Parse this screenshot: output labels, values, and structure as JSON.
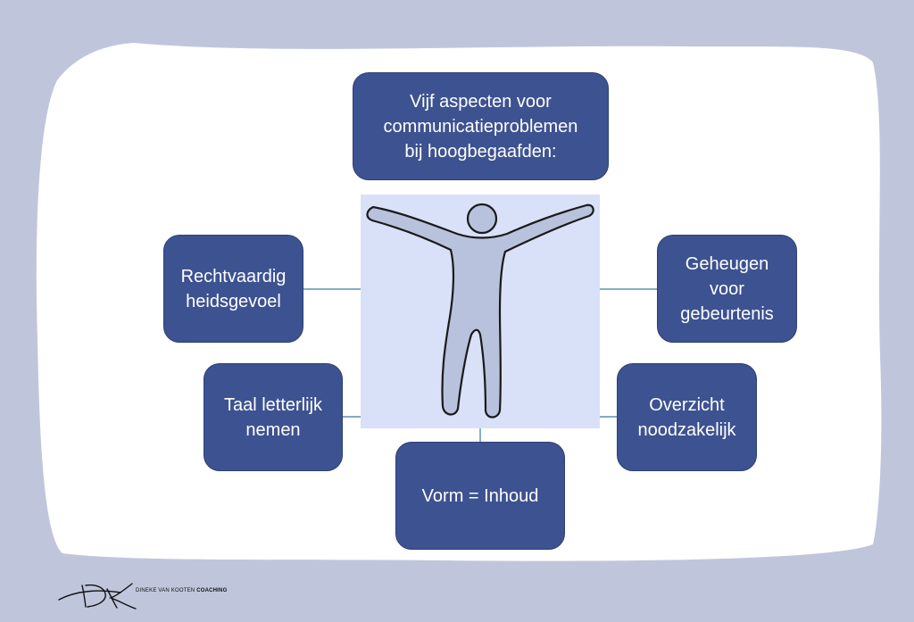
{
  "diagram": {
    "title": "Vijf aspecten voor\ncommunicatieproblemen\nbij hoogbegaafden:",
    "aspects": [
      "Rechtvaardig\nheidsgevoel",
      "Geheugen\nvoor\ngebeurtenis",
      "Taal letterlijk\nnemen",
      "Overzicht\nnoodzakelijk",
      "Vorm = Inhoud"
    ]
  },
  "logo": {
    "initials": "DK",
    "name": "DINEKE VAN KOOTEN",
    "name_bold": "COACHING"
  },
  "colors": {
    "background": "#bfc6dc",
    "card": "#ffffff",
    "box": "#3d5291",
    "figure_panel": "#d9e1f8",
    "figure_fill": "#b8c2dc",
    "connector": "#3a79a0"
  }
}
